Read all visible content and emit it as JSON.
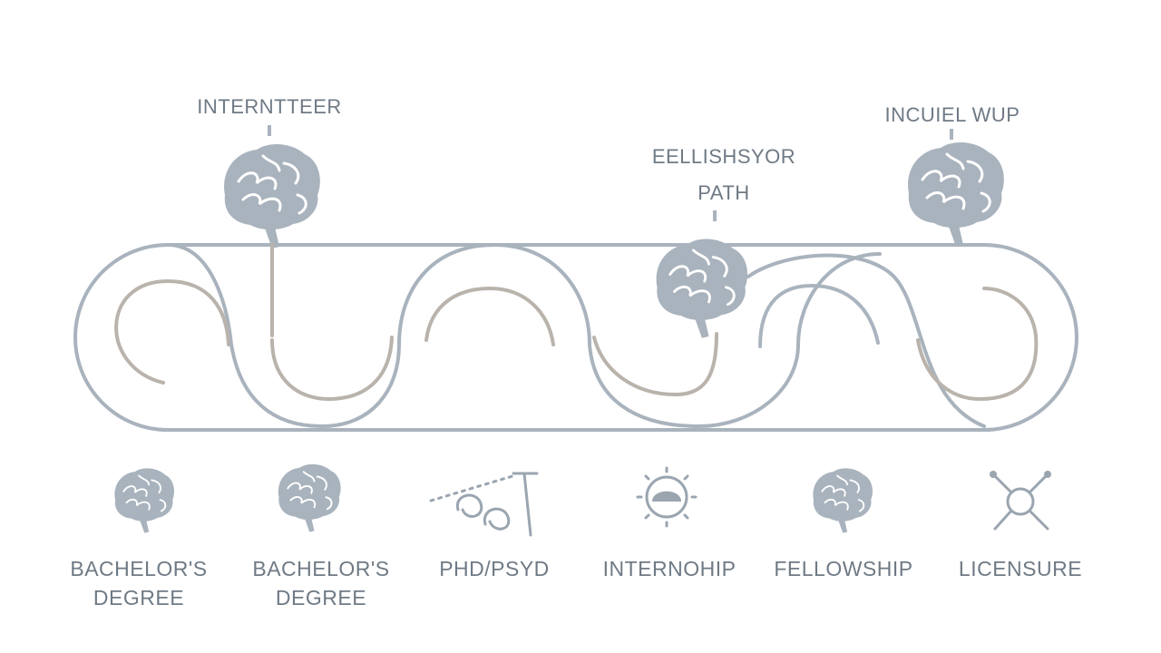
{
  "top_labels": {
    "left": "INTERNTTEER",
    "middle_line1": "EELLISHSYOR",
    "middle_line2": "PATH",
    "right": "INCUIEL WUP"
  },
  "steps": [
    {
      "line1": "BACHELOR'S",
      "line2": "DEGREE",
      "icon": "brain-icon"
    },
    {
      "line1": "BACHELOR'S",
      "line2": "DEGREE",
      "icon": "brain-icon"
    },
    {
      "line1": "PHD/PSYD",
      "line2": "",
      "icon": "squiggle-icon"
    },
    {
      "line1": "INTERNOHIP",
      "line2": "",
      "icon": "sun-brain-icon"
    },
    {
      "line1": "FELLOWSHIP",
      "line2": "",
      "icon": "brain-icon"
    },
    {
      "line1": "LICENSURE",
      "line2": "",
      "icon": "crossed-tools-icon"
    }
  ],
  "colors": {
    "track": "#a9b3bd",
    "inner_track": "#b9b3ac",
    "text": "#6f7a85",
    "background": "#ffffff"
  }
}
